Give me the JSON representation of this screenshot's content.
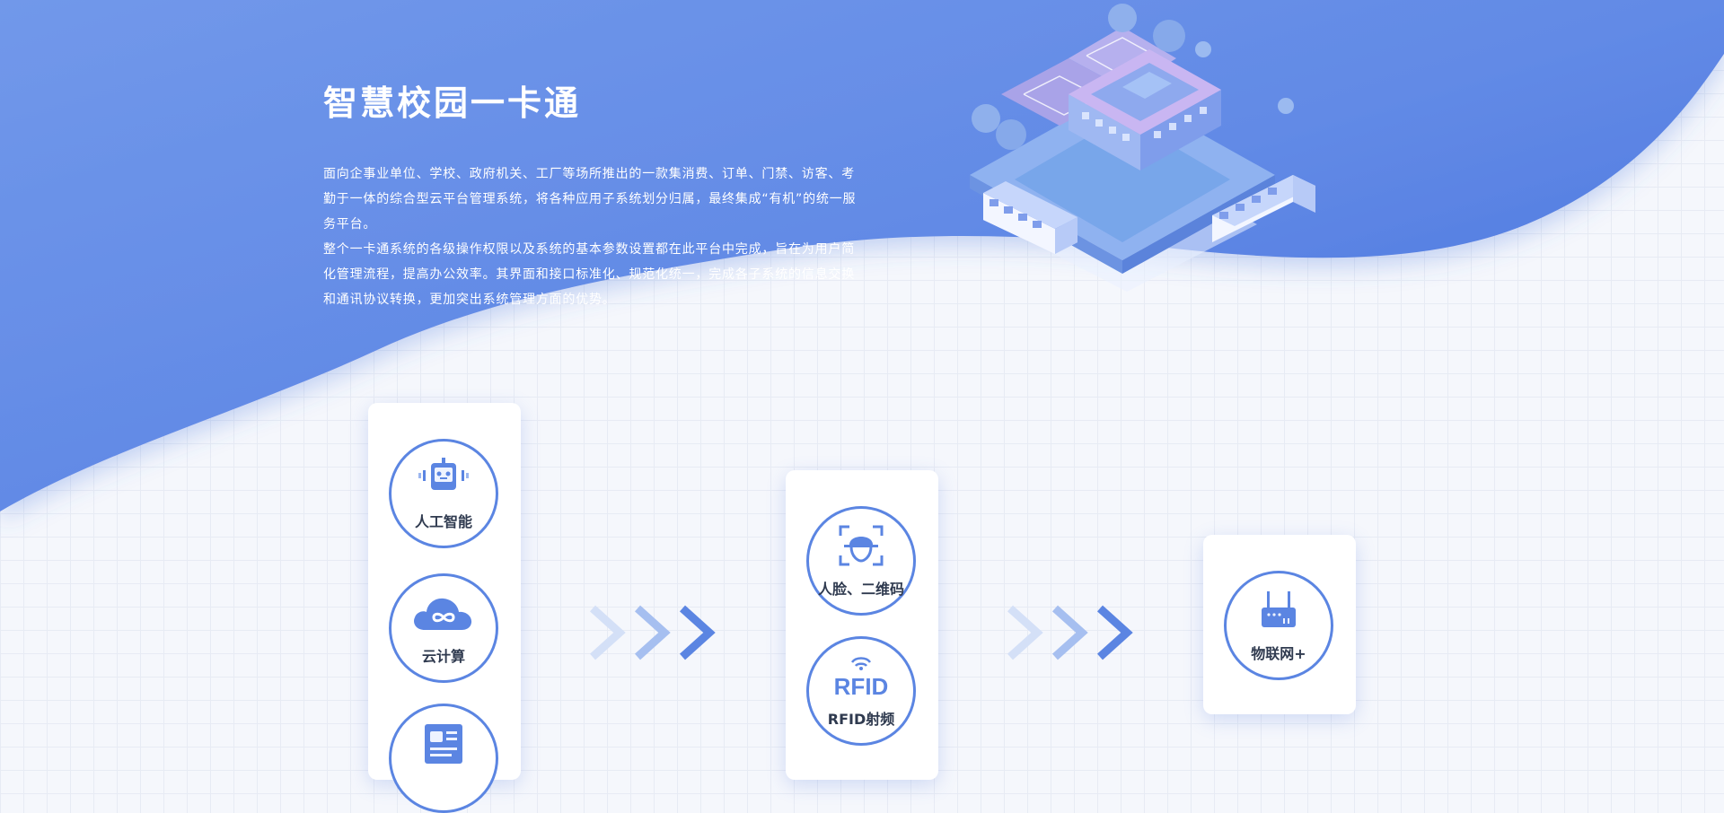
{
  "hero": {
    "title": "智慧校园一卡通",
    "paragraph_1": "面向企事业单位、学校、政府机关、工厂等场所推出的一款集消费、订单、门禁、访客、考勤于一体的综合型云平台管理系统，将各种应用子系统划分归属，最终集成“有机”的统一服务平台。",
    "paragraph_2": "整个一卡通系统的各级操作权限以及系统的基本参数设置都在此平台中完成，旨在为用户简化管理流程，提高办公效率。其界面和接口标准化、规范化统一，完成各子系统的信息交换和通讯协议转换，更加突出系统管理方面的优势。"
  },
  "features": {
    "ai": "人工智能",
    "cloud": "云计算",
    "face_qr": "人脸、二维码",
    "rfid": "RFID射频",
    "rfid_logo": "RFID",
    "iot": "物联网+"
  },
  "colors": {
    "primary": "#5b85e2",
    "hero_gradient_start": "#6f95ea",
    "hero_gradient_end": "#4a74dc",
    "arrow_light": "#d4e0f7",
    "arrow_mid": "#a6bff0",
    "arrow_dark": "#5b85e2"
  },
  "icons": [
    "robot-icon",
    "cloud-infinity-icon",
    "report-card-icon",
    "face-scan-icon",
    "rfid-signal-icon",
    "router-icon",
    "chevron-arrow-icon",
    "campus-illustration"
  ]
}
